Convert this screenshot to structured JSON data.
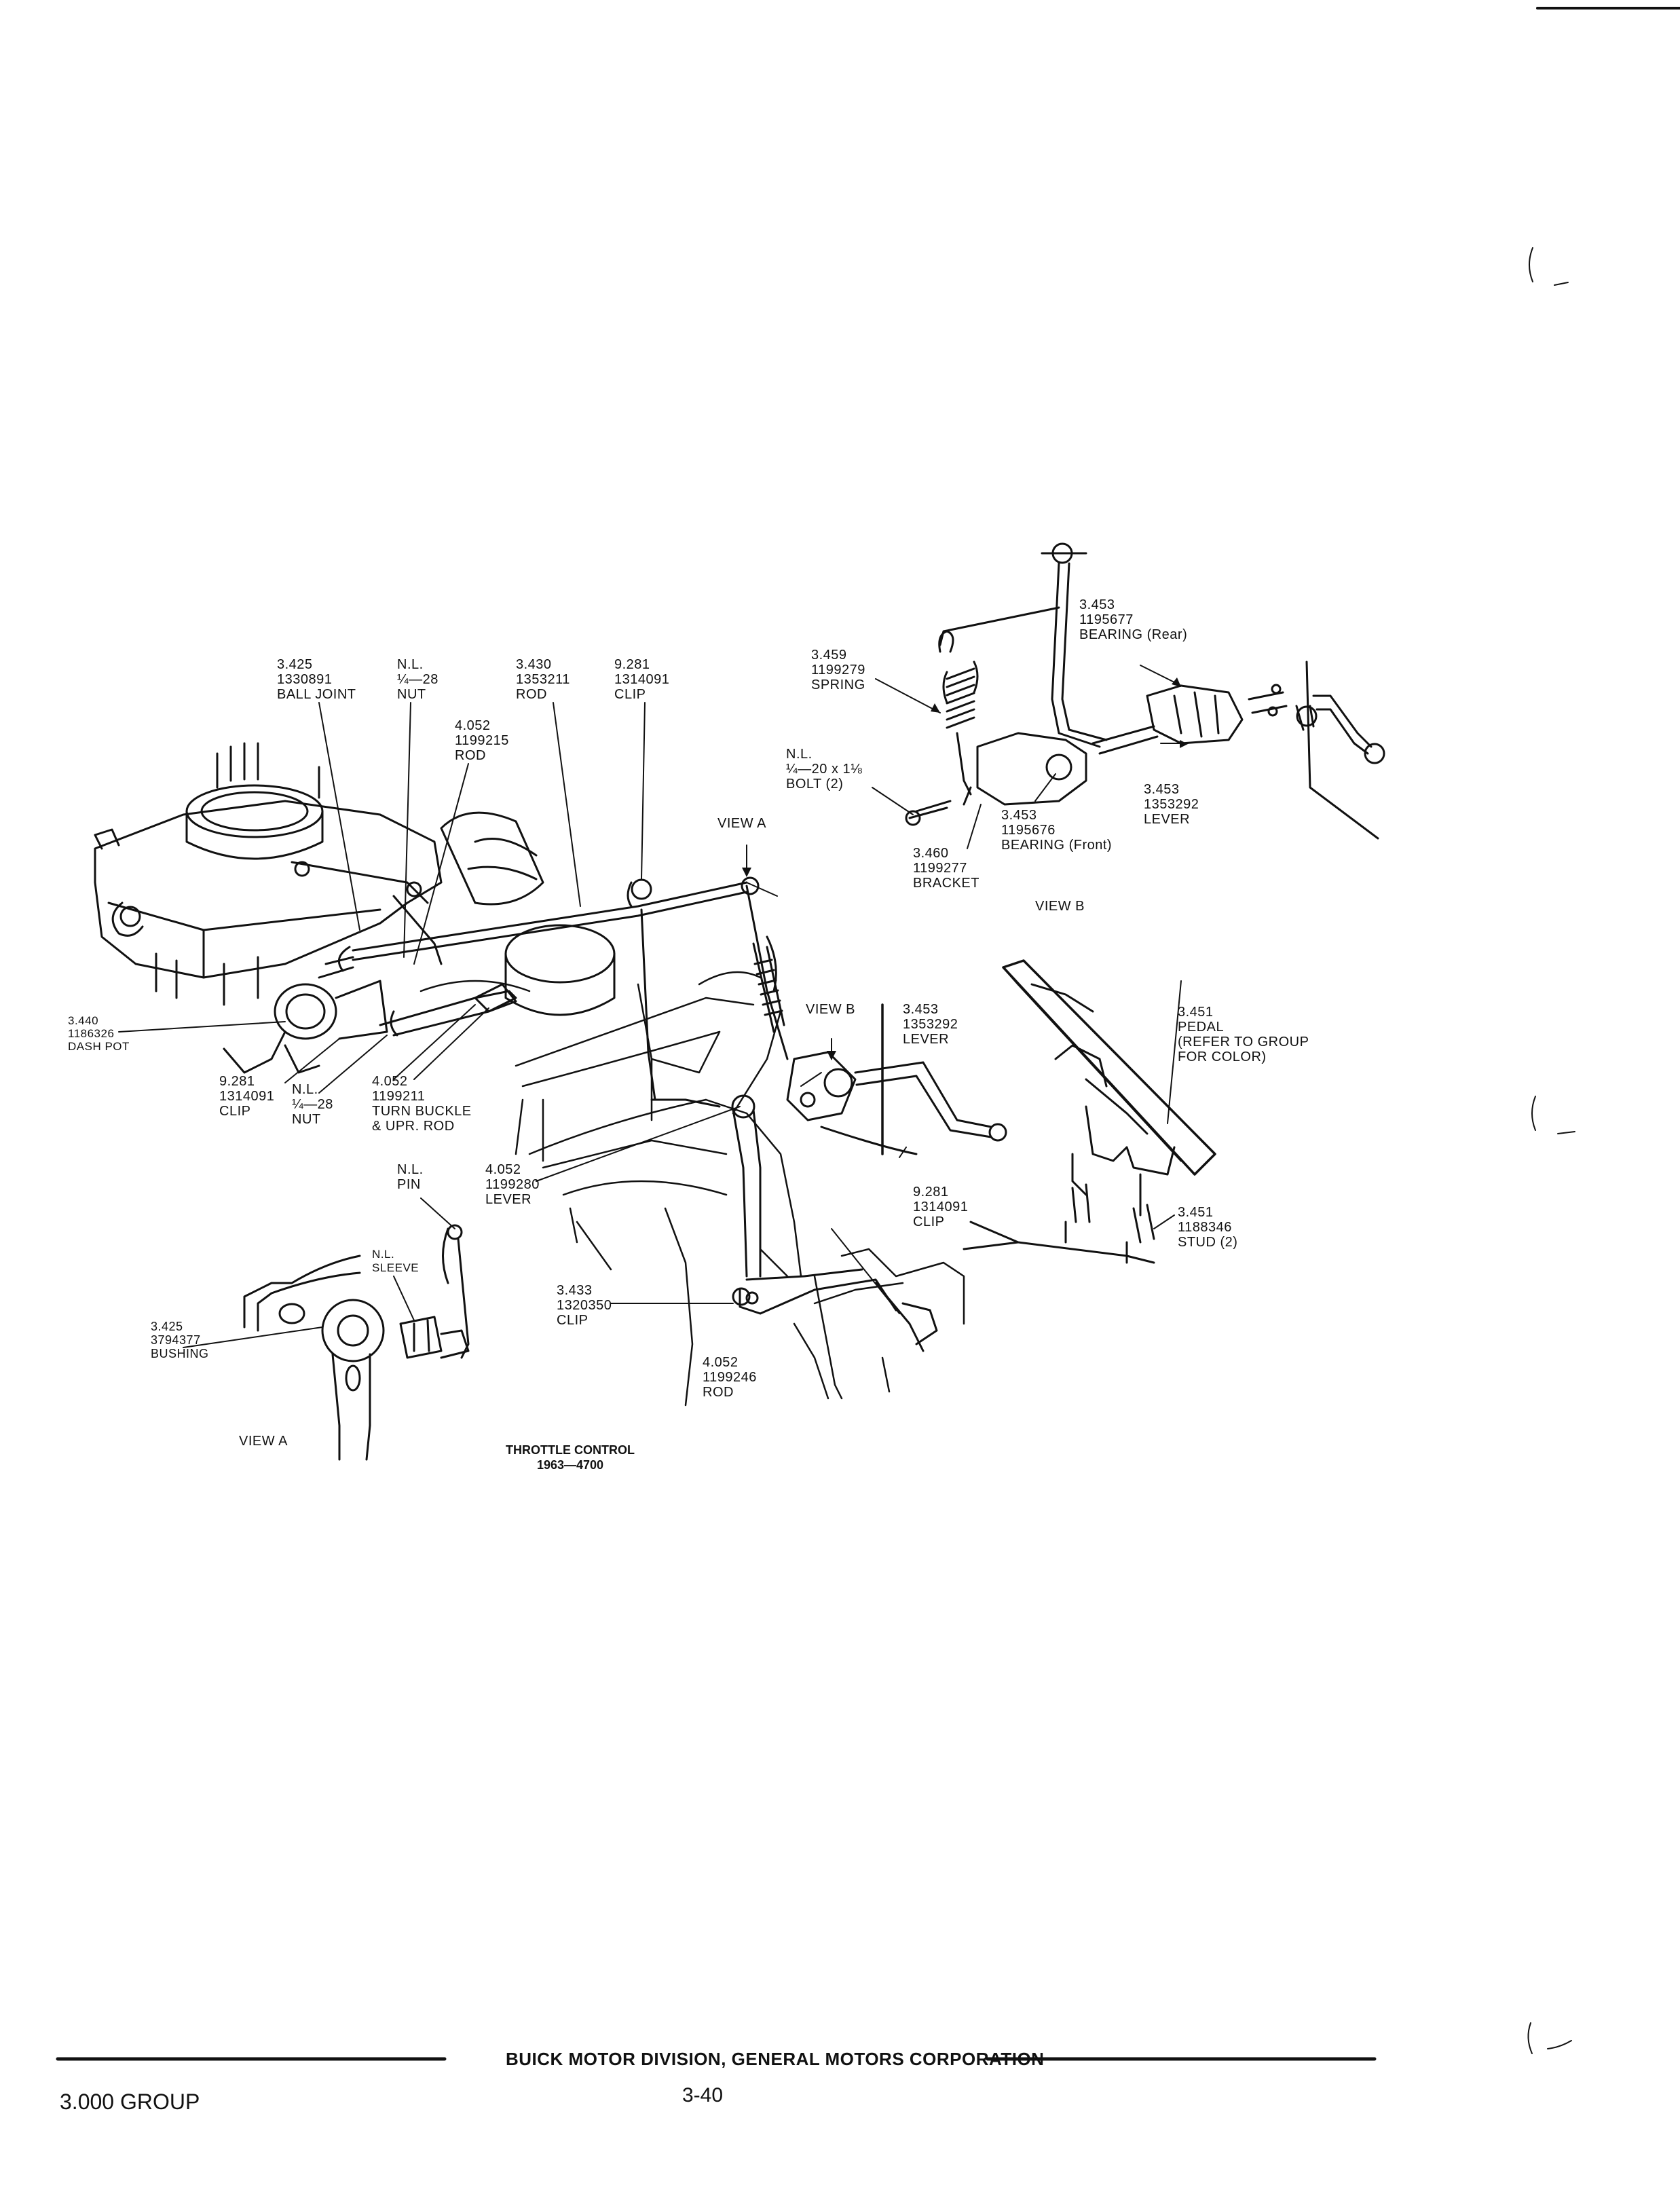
{
  "diagram": {
    "title": "THROTTLE CONTROL",
    "subtitle": "1963—4700",
    "labels": {
      "ball_joint": [
        "3.425",
        "1330891",
        "BALL JOINT"
      ],
      "nut_upper": [
        "N.L.",
        "¼—28",
        "NUT"
      ],
      "rod_upper": [
        "3.430",
        "1353211",
        "ROD"
      ],
      "clip_upper": [
        "9.281",
        "1314091",
        "CLIP"
      ],
      "rod_4052": [
        "4.052",
        "1199215",
        "ROD"
      ],
      "dash_pot": [
        "3.440",
        "1186326",
        "DASH POT"
      ],
      "clip_left": [
        "9.281",
        "1314091",
        "CLIP"
      ],
      "nut_lower": [
        "N.L.",
        "¼—28",
        "NUT"
      ],
      "turn_buckle": [
        "4.052",
        "1199211",
        "TURN BUCKLE",
        "& UPR. ROD"
      ],
      "pin": [
        "N.L.",
        "PIN"
      ],
      "lever_4052": [
        "4.052",
        "1199280",
        "LEVER"
      ],
      "sleeve": [
        "N.L.",
        "SLEEVE"
      ],
      "bushing": [
        "3.425",
        "3794377",
        "BUSHING"
      ],
      "clip_3433": [
        "3.433",
        "1320350",
        "CLIP"
      ],
      "rod_lower": [
        "4.052",
        "1199246",
        "ROD"
      ],
      "spring": [
        "3.459",
        "1199279",
        "SPRING"
      ],
      "bolt": [
        "N.L.",
        "¼—20 x 1⅛",
        "BOLT (2)"
      ],
      "bearing_rear": [
        "3.453",
        "1195677",
        "BEARING (Rear)"
      ],
      "lever_viewb": [
        "3.453",
        "1353292",
        "LEVER"
      ],
      "bearing_front": [
        "3.453",
        "1195676",
        "BEARING (Front)"
      ],
      "bracket": [
        "3.460",
        "1199277",
        "BRACKET"
      ],
      "lever_mid": [
        "3.453",
        "1353292",
        "LEVER"
      ],
      "pedal": [
        "3.451",
        "PEDAL",
        "(REFER TO GROUP",
        "FOR COLOR)"
      ],
      "clip_right": [
        "9.281",
        "1314091",
        "CLIP"
      ],
      "stud": [
        "3.451",
        "1188346",
        "STUD (2)"
      ]
    },
    "view_a_arrow": "VIEW A",
    "view_b_arrow": "VIEW B",
    "view_b_caption": "VIEW B",
    "view_a_caption": "VIEW A"
  },
  "footer": {
    "division": "BUICK MOTOR DIVISION, GENERAL MOTORS CORPORATION",
    "group": "3.000 GROUP",
    "page": "3-40"
  }
}
